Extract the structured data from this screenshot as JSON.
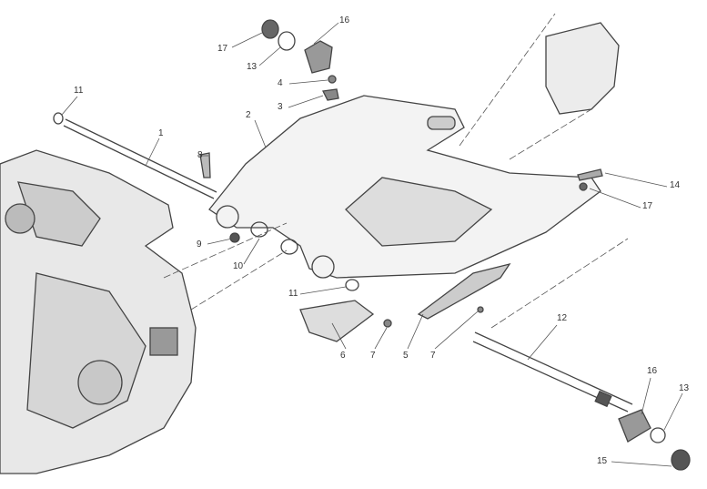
{
  "labels": [
    "11",
    "1",
    "17",
    "13",
    "16",
    "4",
    "3",
    "2",
    "8",
    "9",
    "10",
    "11",
    "6",
    "7",
    "5",
    "7",
    "12",
    "14",
    "17",
    "16",
    "13",
    "15"
  ]
}
